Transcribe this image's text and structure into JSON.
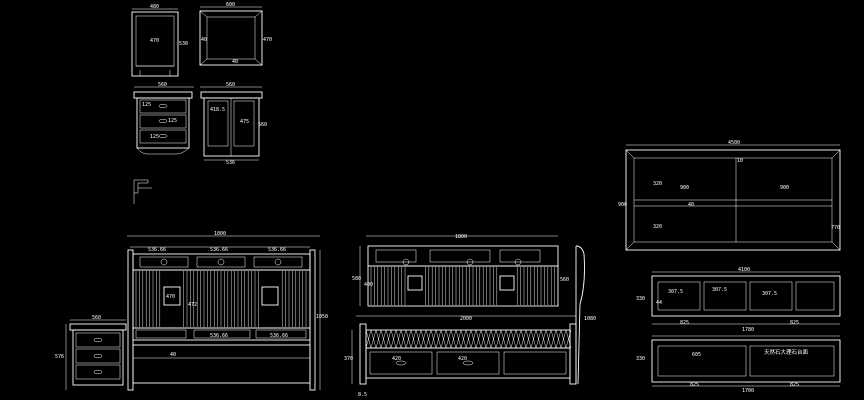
{
  "drawing": {
    "background": "#000000",
    "line_color": "#ffffff",
    "nightstand_front": {
      "width": "480",
      "inner": "470",
      "height": "530"
    },
    "nightstand_top": {
      "width": "600",
      "depth": "470",
      "inner": "40"
    },
    "nightstand_front2": {
      "width": "560",
      "d1": "125",
      "d2": "125",
      "d3": "125"
    },
    "nightstand_side": {
      "width": "560",
      "a": "418.5",
      "b": "475",
      "height": "560",
      "base": "536"
    },
    "headboard": {
      "width": "1800",
      "panel1": "536.66",
      "panel2": "536.66",
      "panel3": "536.66",
      "inset": "470",
      "inset2": "472",
      "height": "1050",
      "d1": "536.66",
      "d2": "536.66",
      "bottom": "40"
    },
    "small_cabinet": {
      "width": "560",
      "height": "576"
    },
    "daybed_back": {
      "width": "1800",
      "height": "580",
      "h2": "560",
      "mid": "400"
    },
    "daybed_seat": {
      "width": "2000",
      "h": "370",
      "d1": "420",
      "d2": "420",
      "base": "8.5"
    },
    "daybed_side": {
      "height": "1080"
    },
    "tv_cabinet_top": {
      "width": "4500",
      "a": "320",
      "b": "900",
      "c": "900",
      "d": "40",
      "e": "320",
      "height": "900",
      "f": "10",
      "g": "770"
    },
    "tv_cabinet_mid": {
      "width": "4100",
      "a": "307.5",
      "b": "307.5",
      "c": "307.5",
      "d": "825",
      "e": "825",
      "f": "1780",
      "h": "330",
      "i": "44"
    },
    "tv_cabinet_low": {
      "width": "1700",
      "a": "605",
      "b": "825",
      "c": "825",
      "h": "330",
      "note": "天然石大理石台面"
    }
  }
}
